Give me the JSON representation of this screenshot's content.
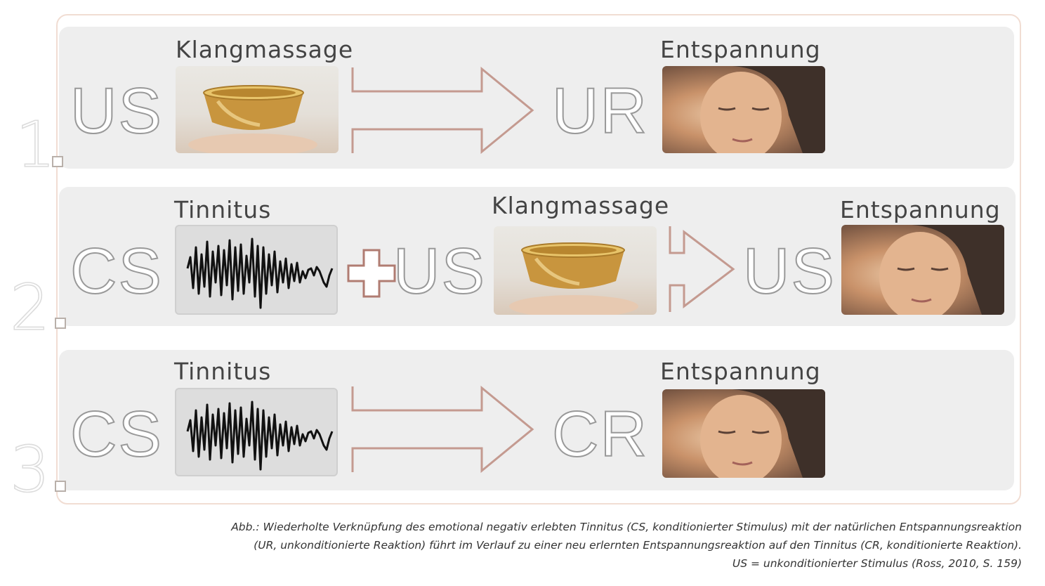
{
  "rows": [
    {
      "number": "1",
      "stimulus": "US",
      "stimulus_image_label": "Klangmassage",
      "response": "UR",
      "response_image_label": "Entspannung"
    },
    {
      "number": "2",
      "stimulus": "CS",
      "stimulus_image_label": "Tinnitus",
      "plus": "+",
      "second_stimulus": "US",
      "second_image_label": "Klangmassage",
      "response": "US",
      "response_image_label": "Entspannung"
    },
    {
      "number": "3",
      "stimulus": "CS",
      "stimulus_image_label": "Tinnitus",
      "response": "CR",
      "response_image_label": "Entspannung"
    }
  ],
  "caption": {
    "line1": "Abb.: Wiederholte Verknüpfung des emotional negativ erlebten Tinnitus (CS, konditionierter Stimulus) mit der natürlichen Entspannungsreaktion",
    "line2": "(UR, unkonditionierte Reaktion) führt im Verlauf zu einer neu erlernten Entspannungsreaktion auf den Tinnitus (CR, konditionierte Reaktion).",
    "line3": "US = unkonditionierter Stimulus (Ross, 2010, S. 159)"
  },
  "icons": {
    "bowl": "singing-bowl-photo",
    "face": "relaxed-woman-photo",
    "wave": "tinnitus-waveform",
    "arrow": "outline-arrow"
  },
  "colors": {
    "row_background": "#eeeeee",
    "frame_border": "#f1ddd3",
    "arrow_stroke": "#c49a90",
    "letter_stroke": "#999999"
  }
}
